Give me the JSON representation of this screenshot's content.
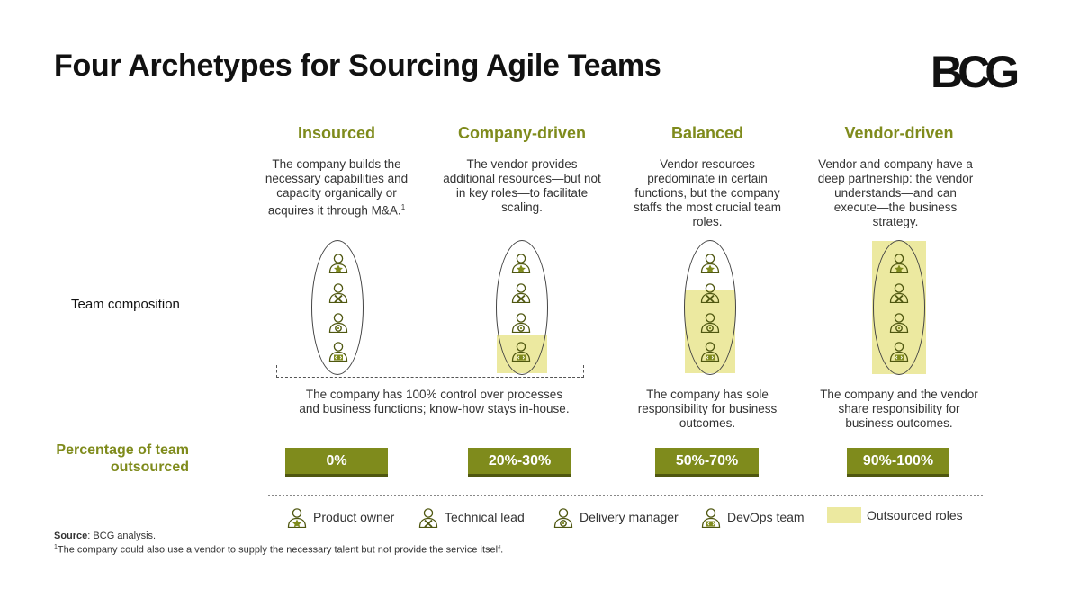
{
  "title": "Four Archetypes for Sourcing Agile Teams",
  "logo_text": "BCG",
  "columns": [
    {
      "heading": "Insourced",
      "description": "The company builds the necessary capabilities and capacity organically or acquires it through M&A.",
      "description_sup": "1",
      "percentage": "0%",
      "outsourced_roles": 0
    },
    {
      "heading": "Company-driven",
      "description": "The vendor provides additional resources—but not in key roles—to facilitate scaling.",
      "percentage": "20%-30%",
      "outsourced_roles": 1
    },
    {
      "heading": "Balanced",
      "description": "Vendor resources predominate in certain functions, but the company staffs the most crucial team roles.",
      "percentage": "50%-70%",
      "outsourced_roles": 3
    },
    {
      "heading": "Vendor-driven",
      "description": "Vendor and company have a deep partnership: the vendor understands—and can execute—the business strategy.",
      "percentage": "90%-100%",
      "outsourced_roles": 4
    }
  ],
  "row_label": "Team composition",
  "notes": {
    "shared": "The company has 100% control over processes and business functions; know-how stays in-house.",
    "balanced": "The company has sole responsibility for business outcomes.",
    "vendor": "The company and the vendor share responsibility for business outcomes."
  },
  "percentage_label": "Percentage of team outsourced",
  "legend": {
    "product_owner": "Product owner",
    "technical_lead": "Technical lead",
    "delivery_manager": "Delivery manager",
    "devops_team": "DevOps team",
    "outsourced_roles": "Outsourced roles"
  },
  "source_label": "Source",
  "source_text": ": BCG analysis.",
  "footnote_mark": "1",
  "footnote_text": "The company could also use a vendor to supply the necessary talent but not provide the service itself.",
  "colors": {
    "accent": "#7f8b1c",
    "outsourced_fill": "#ece9a0"
  },
  "icons": [
    "product-owner-icon",
    "technical-lead-icon",
    "delivery-manager-icon",
    "devops-team-icon"
  ]
}
